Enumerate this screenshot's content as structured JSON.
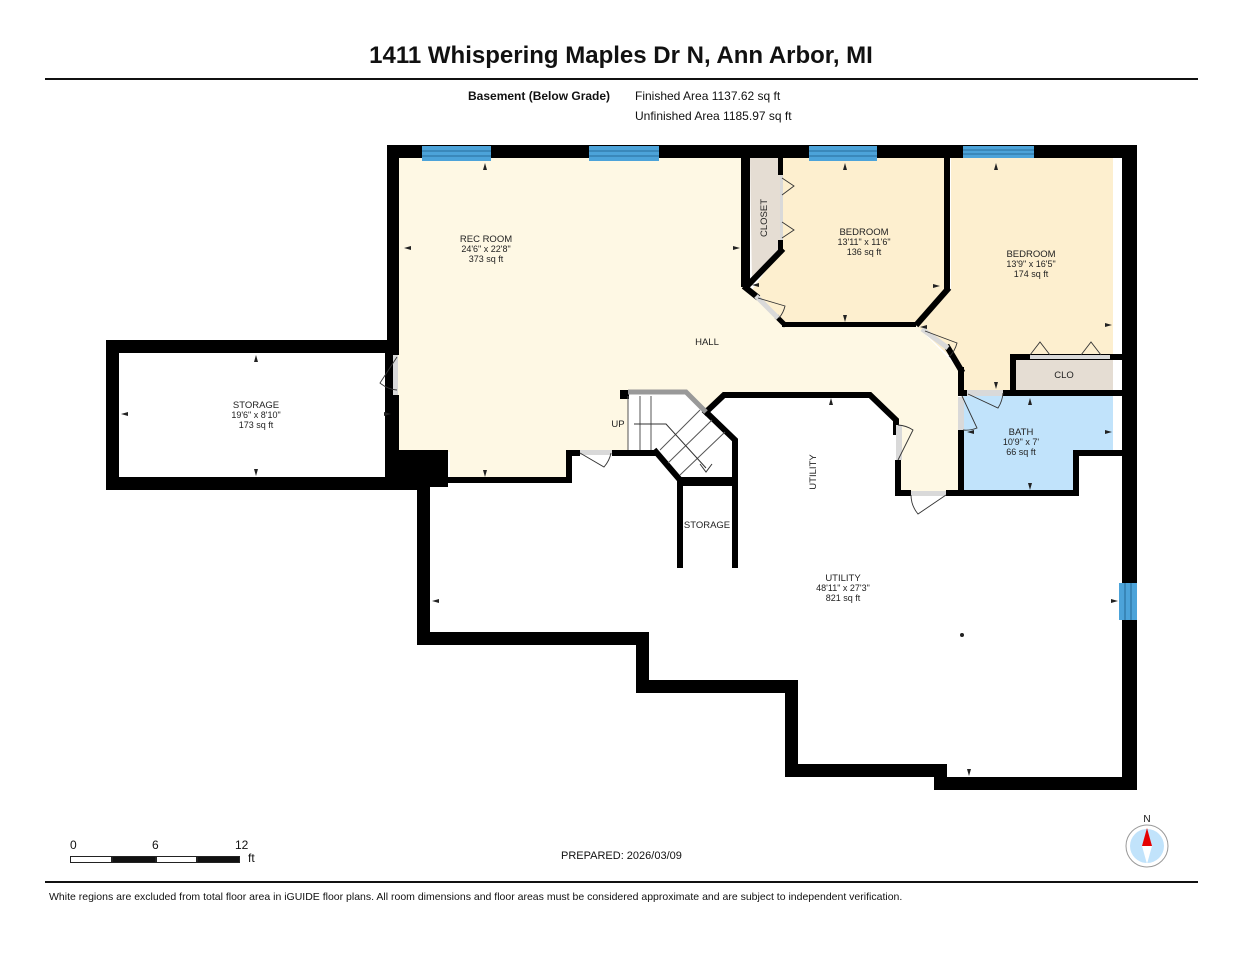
{
  "header": {
    "title": "1411 Whispering Maples Dr N, Ann Arbor, MI"
  },
  "summary": {
    "level": "Basement (Below Grade)",
    "finished_area": "Finished Area 1137.62 sq ft",
    "unfinished_area": "Unfinished Area 1185.97 sq ft"
  },
  "colors": {
    "wall": "#000000",
    "window": "#4ca3d9",
    "finished_floor": "#fef8e4",
    "bedroom_floor": "#fdefcf",
    "closet_floor": "#e5ddd3",
    "bath_floor": "#c1e3fb",
    "door_swing": "#d9d9d9",
    "compass_red": "#e50000",
    "compass_fill": "#c1e3fb"
  },
  "rooms": {
    "rec_room": {
      "name": "REC ROOM",
      "dims": "24'6\" x 22'8\"",
      "area": "373 sq ft"
    },
    "bedroom_1": {
      "name": "BEDROOM",
      "dims": "13'11\" x 11'6\"",
      "area": "136 sq ft"
    },
    "bedroom_2": {
      "name": "BEDROOM",
      "dims": "13'9\" x 16'5\"",
      "area": "174 sq ft"
    },
    "closet": {
      "name": "CLOSET"
    },
    "clo": {
      "name": "CLO"
    },
    "hall": {
      "name": "HALL"
    },
    "bath": {
      "name": "BATH",
      "dims": "10'9\" x 7'",
      "area": "66 sq ft"
    },
    "storage_west": {
      "name": "STORAGE",
      "dims": "19'6\" x 8'10\"",
      "area": "173 sq ft"
    },
    "storage_small": {
      "name": "STORAGE"
    },
    "stairs": {
      "label": "UP"
    },
    "utility_small": {
      "name": "UTILITY"
    },
    "utility": {
      "name": "UTILITY",
      "dims": "48'11\" x 27'3\"",
      "area": "821 sq ft"
    }
  },
  "scale_bar": {
    "ticks": [
      "0",
      "6",
      "12"
    ],
    "unit": "ft"
  },
  "prepared": "PREPARED: 2026/03/09",
  "compass": {
    "label": "N"
  },
  "footer": {
    "disclaimer": "White regions are excluded from total floor area in iGUIDE floor plans. All room dimensions and floor areas must be considered approximate and are subject to independent verification."
  }
}
